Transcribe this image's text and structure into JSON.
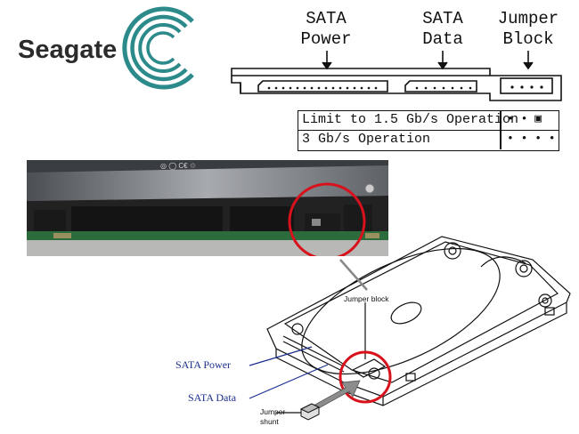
{
  "logo": {
    "text": "Seagate"
  },
  "connector_diagram": {
    "sata_power_label": "SATA\nPower",
    "sata_data_label": "SATA\nData",
    "jumper_block_label": "Jumper\nBlock"
  },
  "jumper_table": {
    "rows": [
      {
        "label": "Limit to 1.5 Gb/s Operation",
        "pins": "• • ▣"
      },
      {
        "label": "3 Gb/s Operation",
        "pins": "• • • •"
      }
    ]
  },
  "drive_drawing": {
    "jumper_block_label": "Jumper block",
    "sata_power_label": "SATA Power",
    "sata_data_label": "SATA Data",
    "jumper_shunt_label": "Jumper\nshunt"
  },
  "colors": {
    "label_blue": "#1b2f8f",
    "highlight_red": "#d8121c",
    "seagate_teal": "#2d8a8a"
  }
}
